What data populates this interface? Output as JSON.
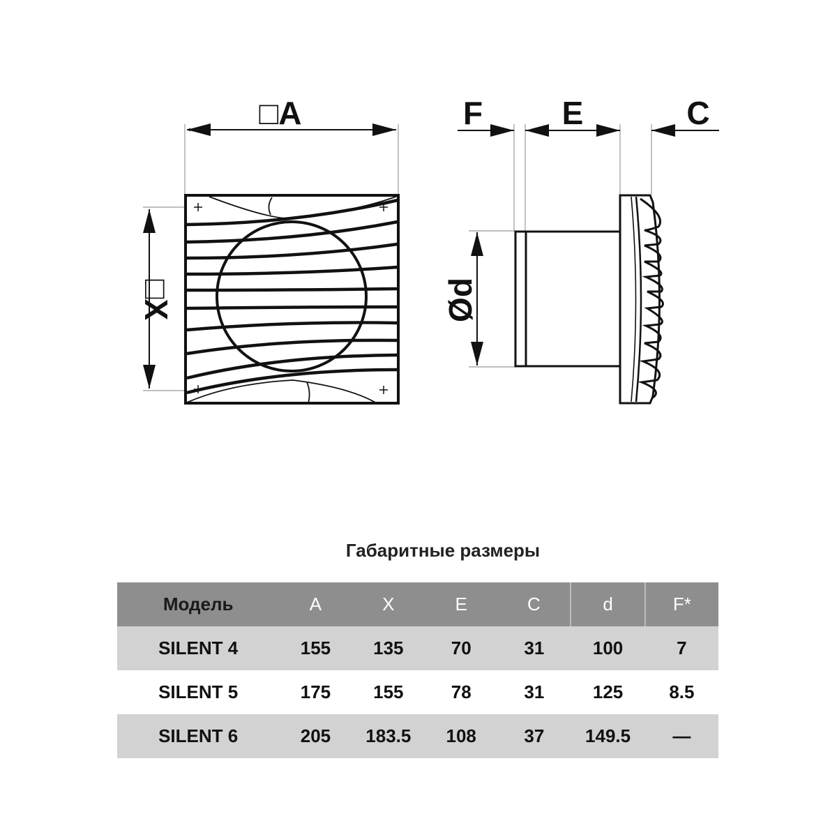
{
  "labels": {
    "front_width": "□A",
    "front_height": "□X",
    "side_f": "F",
    "side_e": "E",
    "side_c": "C",
    "side_diameter": "Ød"
  },
  "table": {
    "title": "Габаритные размеры",
    "headers": [
      "Модель",
      "A",
      "X",
      "E",
      "C",
      "d",
      "F*"
    ],
    "rows": [
      [
        "SILENT 4",
        "155",
        "135",
        "70",
        "31",
        "100",
        "7"
      ],
      [
        "SILENT 5",
        "175",
        "155",
        "78",
        "31",
        "125",
        "8.5"
      ],
      [
        "SILENT 6",
        "205",
        "183.5",
        "108",
        "37",
        "149.5",
        "—"
      ]
    ]
  }
}
